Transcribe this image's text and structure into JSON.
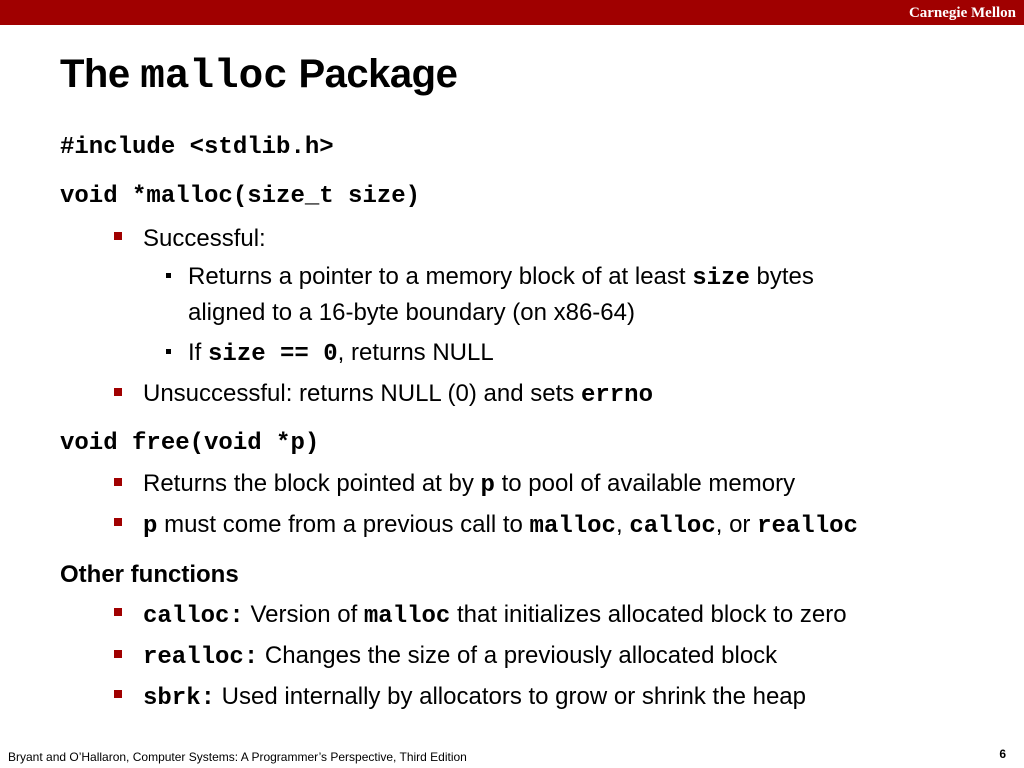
{
  "header": {
    "brand": "Carnegie Mellon"
  },
  "title": {
    "prefix": "The ",
    "mono": "malloc",
    "suffix": " Package"
  },
  "include_line": "#include <stdlib.h>",
  "malloc_sig": "void *malloc(size_t size)",
  "malloc_successful": "Successful:",
  "malloc_success_1a": "Returns a pointer to a memory block of at least ",
  "malloc_success_1b": "size",
  "malloc_success_1c": " bytes",
  "malloc_success_1d": "aligned to a 16-byte boundary (on x86-64)",
  "malloc_success_2a": "If ",
  "malloc_success_2b": "size == 0",
  "malloc_success_2c": ", returns NULL",
  "malloc_unsuccessful_a": "Unsuccessful: returns NULL (0) and sets ",
  "malloc_unsuccessful_b": "errno",
  "free_sig": "void free(void *p)",
  "free_1a": "Returns the block pointed at by ",
  "free_1b": "p",
  "free_1c": " to pool of available memory",
  "free_2a": "p",
  "free_2b": " must come from a previous call to ",
  "free_2c": "malloc",
  "free_2d": ", ",
  "free_2e": "calloc",
  "free_2f": ", or ",
  "free_2g": "realloc",
  "other_heading": "Other functions",
  "other_1a": "calloc:",
  "other_1b": " Version of ",
  "other_1c": "malloc",
  "other_1d": " that initializes allocated block to zero",
  "other_2a": "realloc:",
  "other_2b": " Changes the size of a previously allocated block",
  "other_3a": "sbrk:",
  "other_3b": " Used internally by allocators to grow or shrink the heap",
  "footer": {
    "citation": "Bryant and O’Hallaron, Computer Systems: A Programmer’s Perspective, Third Edition",
    "page": "6"
  },
  "colors": {
    "accent": "#a00000",
    "text": "#000000",
    "background": "#ffffff"
  }
}
